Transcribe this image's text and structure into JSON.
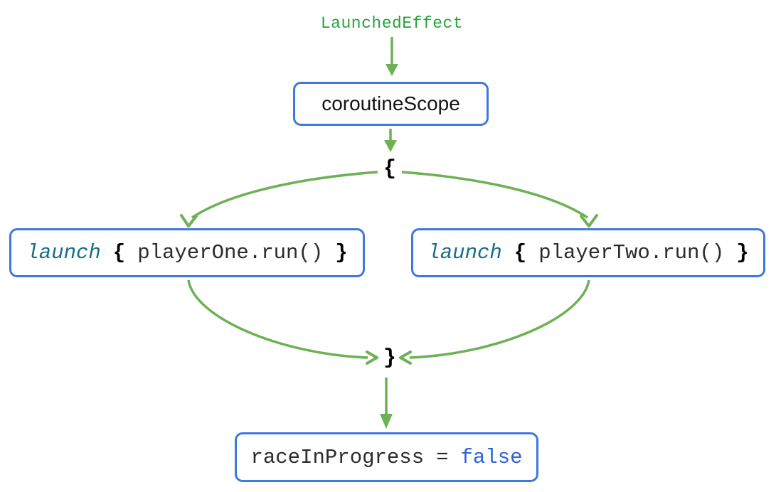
{
  "labels": {
    "effect": "LaunchedEffect",
    "scope": "coroutineScope",
    "open_brace": "{",
    "close_brace": "}"
  },
  "nodes": {
    "launch_one": {
      "keyword": "launch",
      "open_brace": "{",
      "body": "playerOne.run()",
      "close_brace": "}"
    },
    "launch_two": {
      "keyword": "launch",
      "open_brace": "{",
      "body": "playerTwo.run()",
      "close_brace": "}"
    },
    "result": {
      "variable": "raceInProgress",
      "operator": "=",
      "value": "false"
    }
  },
  "colors": {
    "background": "#ffffff",
    "edge_green": "#6db154",
    "effect_label_green": "#26a33c",
    "node_border_blue": "#3e79dc",
    "keyword_teal": "#156e85",
    "literal_blue": "#2f62d8",
    "code_text": "#2b2b2b",
    "brace_black": "#000000"
  }
}
